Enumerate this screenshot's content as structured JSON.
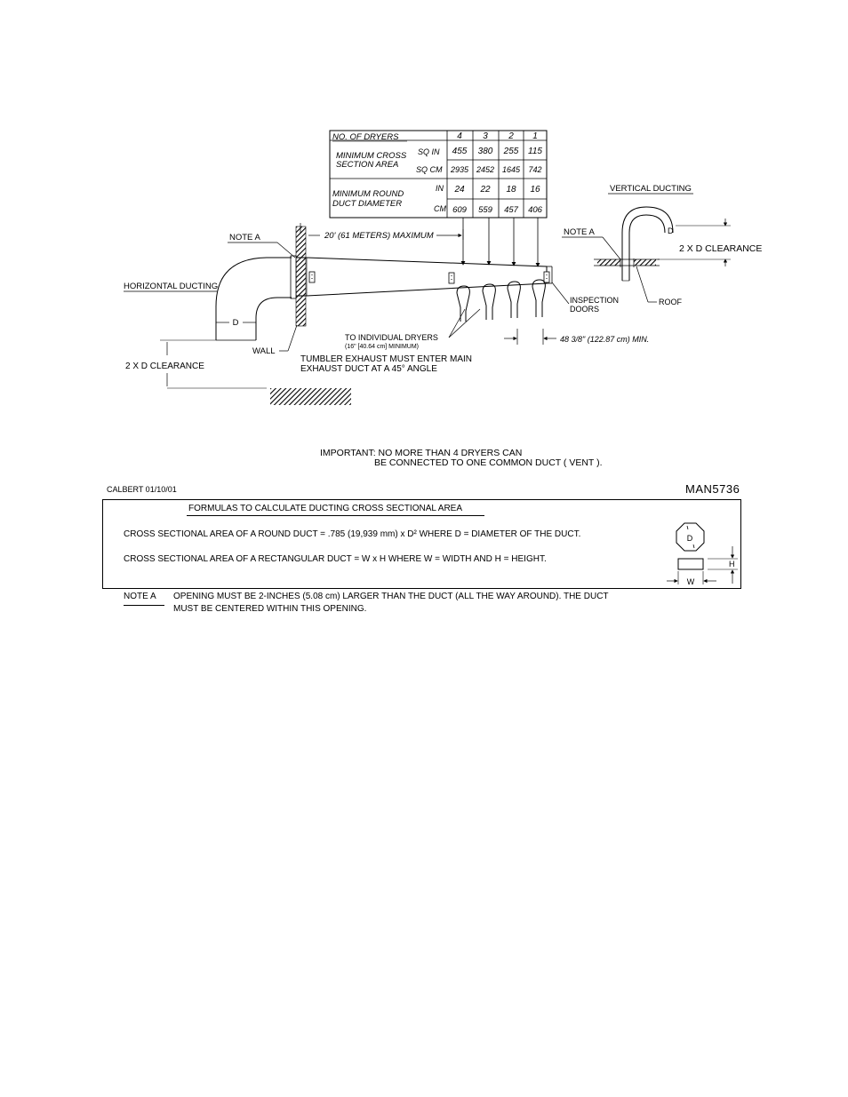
{
  "table": {
    "header_label": "NO. OF DRYERS",
    "dryer_counts": [
      "4",
      "3",
      "2",
      "1"
    ],
    "rows": [
      {
        "group": "MINIMUM CROSS",
        "group2": "SECTION AREA",
        "unit": "SQ IN",
        "values": [
          "455",
          "380",
          "255",
          "115"
        ]
      },
      {
        "unit": "SQ CM",
        "values": [
          "2935",
          "2452",
          "1645",
          "742"
        ]
      },
      {
        "group": "MINIMUM ROUND",
        "group2": "DUCT DIAMETER",
        "unit": "IN",
        "values": [
          "24",
          "22",
          "18",
          "16"
        ]
      },
      {
        "unit": "CM",
        "values": [
          "609",
          "559",
          "457",
          "406"
        ]
      }
    ]
  },
  "labels": {
    "vertical_ducting": "VERTICAL DUCTING",
    "horizontal_ducting": "HORIZONTAL DUCTING",
    "note_a_left": "NOTE A",
    "note_a_right": "NOTE A",
    "max_length": "20' (61 METERS) MAXIMUM",
    "d_left": "D",
    "d_right": "D",
    "clearance_left": "2 X D CLEARANCE",
    "clearance_right": "2 X D CLEARANCE",
    "wall": "WALL",
    "roof": "ROOF",
    "inspection_doors_1": "INSPECTION",
    "inspection_doors_2": "DOORS",
    "to_dryers_1": "TO INDIVIDUAL DRYERS",
    "to_dryers_2": "(16\" [40.64 cm] MINIMUM)",
    "tumbler_1": "TUMBLER EXHAUST MUST ENTER MAIN",
    "tumbler_2": "EXHAUST DUCT AT A 45° ANGLE",
    "spacing": "48 3/8\" (122.87 cm) MIN."
  },
  "important": {
    "line1": "IMPORTANT: NO MORE THAN 4 DRYERS CAN",
    "line2": "BE CONNECTED TO ONE COMMON DUCT ( VENT )."
  },
  "footer": {
    "author_date": "CALBERT 01/10/01",
    "doc_number": "MAN5736"
  },
  "formulas": {
    "title": "FORMULAS TO CALCULATE DUCTING CROSS SECTIONAL AREA",
    "round": "CROSS SECTIONAL AREA OF A ROUND DUCT = .785 (19,939 mm) x D² WHERE D = DIAMETER OF THE DUCT.",
    "rect": "CROSS SECTIONAL AREA OF A RECTANGULAR DUCT = W x H  WHERE W = WIDTH AND H = HEIGHT.",
    "d_symbol": "D",
    "w_symbol": "W",
    "h_symbol": "H"
  },
  "note_a": {
    "label": "NOTE A",
    "line1": "OPENING MUST BE 2-INCHES (5.08 cm) LARGER THAN THE DUCT (ALL THE WAY AROUND). THE DUCT",
    "line2": "MUST BE CENTERED WITHIN THIS OPENING."
  }
}
